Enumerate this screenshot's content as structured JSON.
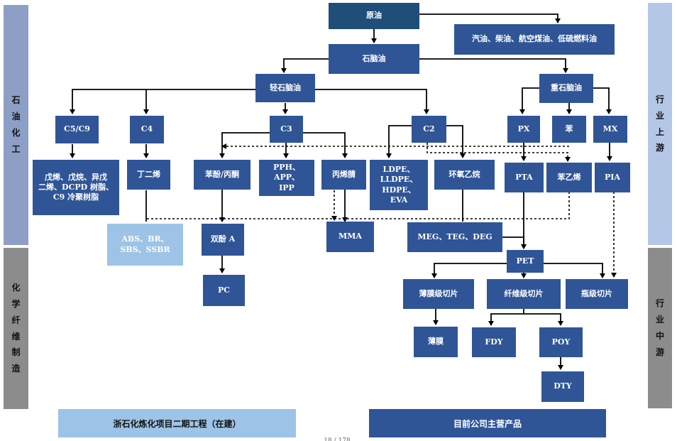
{
  "side_labels": {
    "left_top": "石\n油\n化\n工",
    "left_bottom": "化\n学\n纤\n维\n制\n造",
    "right_top": "行\n业\n上\n游",
    "right_bottom": "行\n业\n中\n游"
  },
  "nodes": {
    "crude": "原油",
    "fuels": "汽油、柴油、航空煤油、低硫燃料油",
    "naphtha": "石脑油",
    "light_naphtha": "轻石脑油",
    "heavy_naphtha": "重石脑油",
    "c5c9": "C5/C9",
    "c4": "C4",
    "c3": "C3",
    "c2": "C2",
    "px": "PX",
    "benzene": "苯",
    "mx": "MX",
    "c5_products": "戊烯、戊烷、异戊\n二烯、DCPD 树脂、\nC9 冷聚树脂",
    "butadiene": "丁二烯",
    "phenol_acetone": "苯酚/丙酮",
    "pph": "PPH、APP、\nIPP",
    "acrylonitrile": "丙烯腈",
    "ldpe": "LDPE、\nLLDPE、\nHDPE、\nEVA",
    "eo": "环氧乙烷",
    "pta": "PTA",
    "styrene": "苯乙烯",
    "pia": "PIA",
    "abs": "ABS、BR、\nSBS、SSBR",
    "bpa": "双酚 A",
    "mma": "MMA",
    "meg": "MEG、TEG、DEG",
    "pet": "PET",
    "pc": "PC",
    "film_chip": "薄膜级切片",
    "fiber_chip": "纤维级切片",
    "bottle_chip": "瓶级切片",
    "film": "薄膜",
    "fdy": "FDY",
    "poy": "POY",
    "dty": "DTY"
  },
  "legend": {
    "project": "浙石化炼化项目二期工程（在建）",
    "current": "目前公司主营产品"
  },
  "colors": {
    "main_box": "#2f5597",
    "crude_box": "#1f4e79",
    "project_box": "#9dc3e6",
    "left_bar": "#8c8c8c",
    "right_bar_top": "#b4c7e7",
    "right_bar_bottom": "#8c8c8c"
  },
  "page_number": "18 / 178"
}
